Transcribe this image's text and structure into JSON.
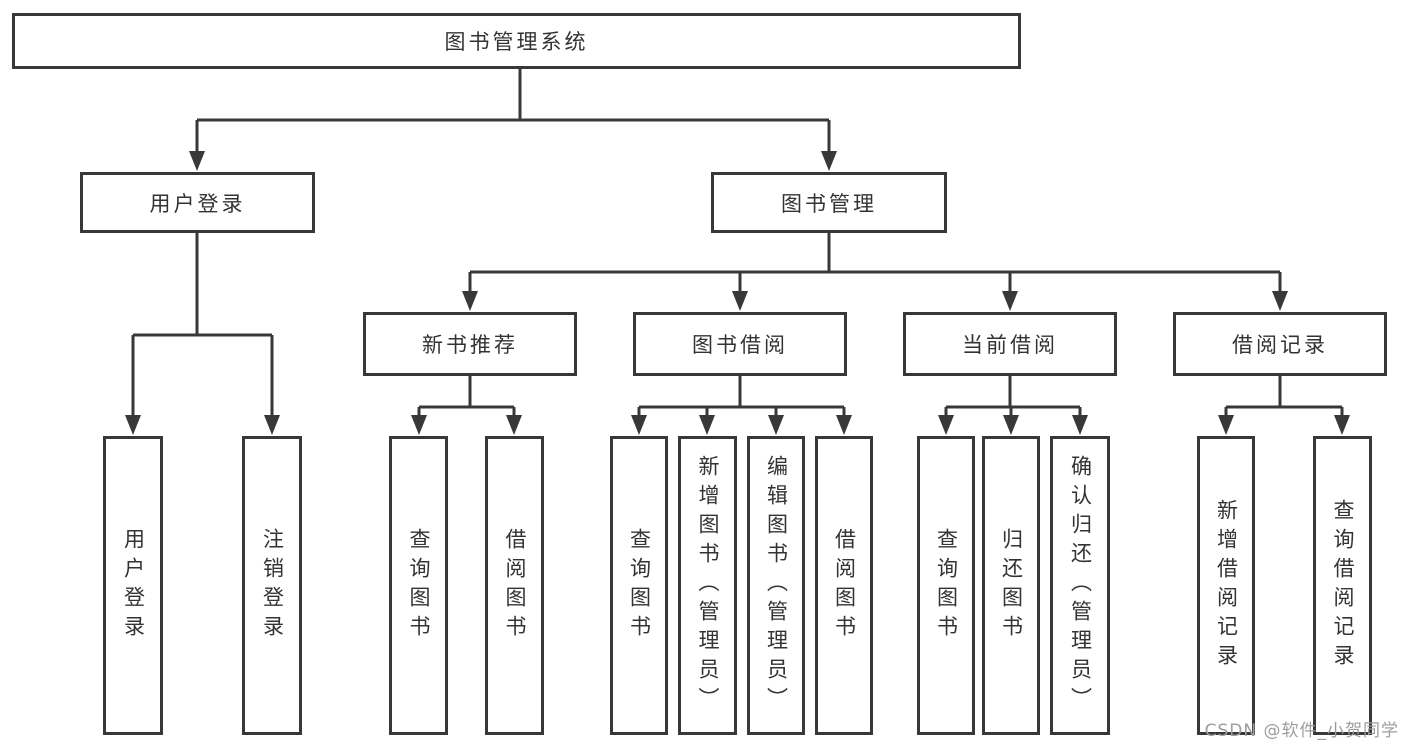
{
  "diagram": {
    "root": {
      "label": "图书管理系统"
    },
    "level2": [
      {
        "label": "用户登录"
      },
      {
        "label": "图书管理"
      }
    ],
    "level3": [
      {
        "label": "新书推荐",
        "parent": "图书管理"
      },
      {
        "label": "图书借阅",
        "parent": "图书管理"
      },
      {
        "label": "当前借阅",
        "parent": "图书管理"
      },
      {
        "label": "借阅记录",
        "parent": "图书管理"
      }
    ],
    "level4": [
      {
        "label": "用户登录",
        "parent": "用户登录"
      },
      {
        "label": "注销登录",
        "parent": "用户登录"
      },
      {
        "label": "查询图书",
        "parent": "新书推荐"
      },
      {
        "label": "借阅图书",
        "parent": "新书推荐"
      },
      {
        "label": "查询图书",
        "parent": "图书借阅"
      },
      {
        "label": "新增图书（管理员）",
        "parent": "图书借阅"
      },
      {
        "label": "编辑图书（管理员）",
        "parent": "图书借阅"
      },
      {
        "label": "借阅图书",
        "parent": "图书借阅"
      },
      {
        "label": "查询图书",
        "parent": "当前借阅"
      },
      {
        "label": "归还图书",
        "parent": "当前借阅"
      },
      {
        "label": "确认归还（管理员）",
        "parent": "当前借阅"
      },
      {
        "label": "新增借阅记录",
        "parent": "借阅记录"
      },
      {
        "label": "查询借阅记录",
        "parent": "借阅记录"
      }
    ]
  },
  "watermark": {
    "text": "CSDN @软件_小贺同学"
  },
  "colors": {
    "line": "#383838",
    "box_border": "#383838",
    "text": "#333333",
    "watermark": "#9d9d9d",
    "background": "#ffffff"
  }
}
